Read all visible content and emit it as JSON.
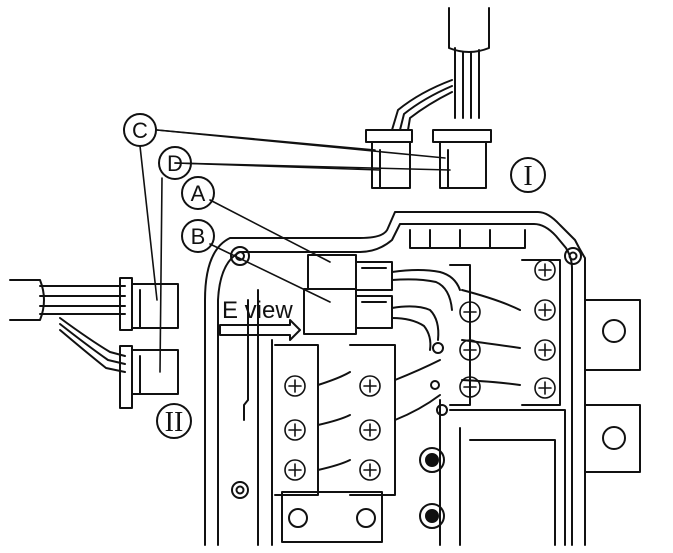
{
  "diagram": {
    "callouts": {
      "c": "C",
      "d": "D",
      "a": "A",
      "b": "B",
      "roman_one": "I",
      "roman_two": "II"
    },
    "e_view_label": "E view"
  }
}
